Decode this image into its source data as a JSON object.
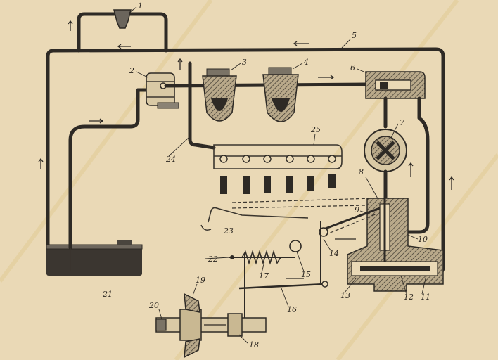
{
  "labels": {
    "l1": "1",
    "l2": "2",
    "l3": "3",
    "l4": "4",
    "l5": "5",
    "l6": "6",
    "l7": "7",
    "l8": "8",
    "l9": "9",
    "l10": "10",
    "l11": "11",
    "l12": "12",
    "l13": "13",
    "l14": "14",
    "l15": "15",
    "l16": "16",
    "l17": "17",
    "l18": "18",
    "l19": "19",
    "l20": "20",
    "l21": "21",
    "l22": "22",
    "l23": "23",
    "l24": "24",
    "l25": "25"
  },
  "colors": {
    "paper": "#ead9b6",
    "ink": "#2e2a25",
    "tank": "#3b3630"
  }
}
